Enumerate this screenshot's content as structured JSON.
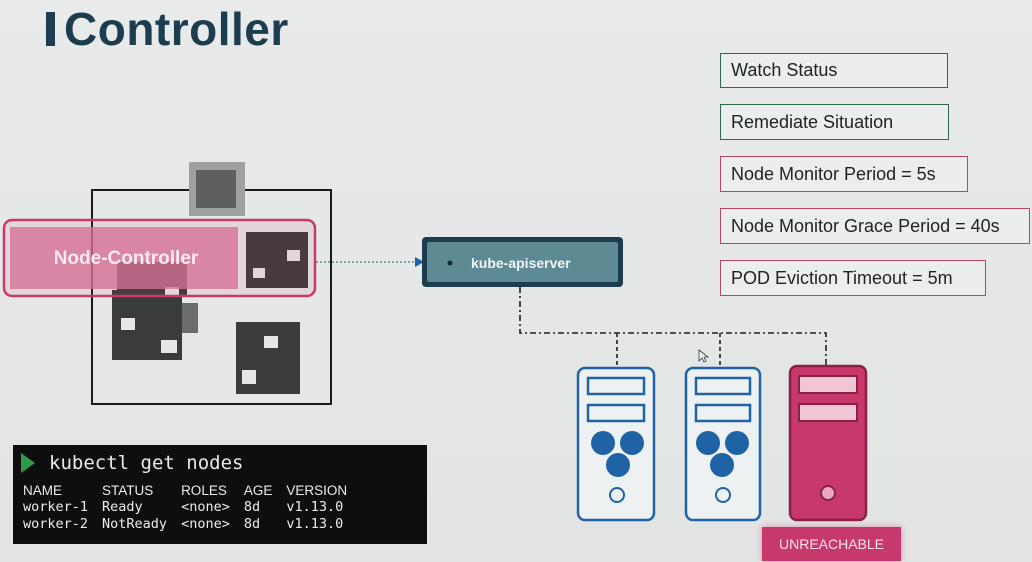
{
  "title": "Controller",
  "info_boxes": [
    {
      "label": "Watch Status",
      "style": "green"
    },
    {
      "label": "Remediate Situation",
      "style": "green"
    },
    {
      "label": "Node Monitor Period = 5s",
      "style": "red"
    },
    {
      "label": "Node Monitor Grace Period = 40s",
      "style": "red"
    },
    {
      "label": "POD Eviction Timeout = 5m",
      "style": "red"
    }
  ],
  "node_controller_label": "Node-Controller",
  "apiserver_label": "kube-apiserver",
  "terminal": {
    "command": "kubectl get nodes",
    "headers": [
      "NAME",
      "STATUS",
      "ROLES",
      "AGE",
      "VERSION"
    ],
    "rows": [
      {
        "name": "worker-1",
        "status": "Ready",
        "roles": "<none>",
        "age": "8d",
        "version": "v1.13.0"
      },
      {
        "name": "worker-2",
        "status": "NotReady",
        "roles": "<none>",
        "age": "8d",
        "version": "v1.13.0"
      }
    ]
  },
  "unreachable_label": "UNREACHABLE",
  "colors": {
    "title": "#1b3d4f",
    "node_controller": "#c7386c",
    "apiserver": "#5e8a94",
    "server_blue": "#1f63a6",
    "server_red": "#c7386c",
    "ready": "#4caf50",
    "not_ready": "#e05a79"
  }
}
